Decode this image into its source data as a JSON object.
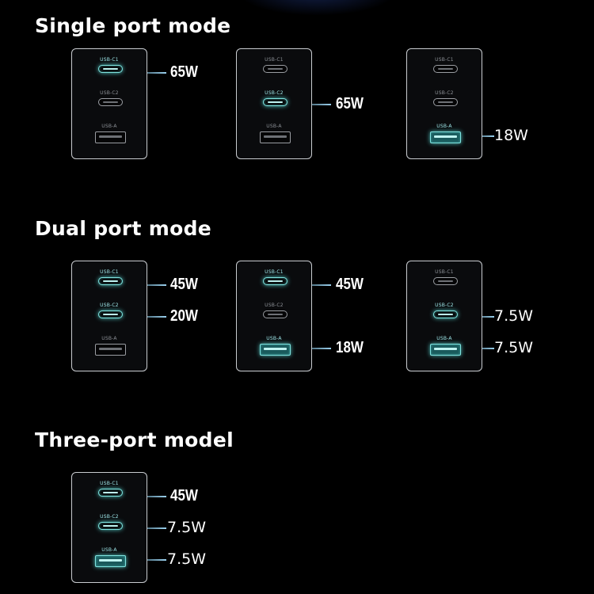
{
  "sections": [
    {
      "title": "Single port mode",
      "chargers": [
        {
          "ports": [
            {
              "label": "USB-C1",
              "type": "c",
              "active": true,
              "watt": "65W"
            },
            {
              "label": "USB-C2",
              "type": "c",
              "active": false,
              "watt": ""
            },
            {
              "label": "USB-A",
              "type": "a",
              "active": false,
              "watt": ""
            }
          ]
        },
        {
          "ports": [
            {
              "label": "USB-C1",
              "type": "c",
              "active": false,
              "watt": ""
            },
            {
              "label": "USB-C2",
              "type": "c",
              "active": true,
              "watt": "65W"
            },
            {
              "label": "USB-A",
              "type": "a",
              "active": false,
              "watt": ""
            }
          ]
        },
        {
          "ports": [
            {
              "label": "USB-C1",
              "type": "c",
              "active": false,
              "watt": ""
            },
            {
              "label": "USB-C2",
              "type": "c",
              "active": false,
              "watt": ""
            },
            {
              "label": "USB-A",
              "type": "a",
              "active": true,
              "watt": "18W"
            }
          ]
        }
      ]
    },
    {
      "title": "Dual port mode",
      "chargers": [
        {
          "ports": [
            {
              "label": "USB-C1",
              "type": "c",
              "active": true,
              "watt": "45W"
            },
            {
              "label": "USB-C2",
              "type": "c",
              "active": true,
              "watt": "20W"
            },
            {
              "label": "USB-A",
              "type": "a",
              "active": false,
              "watt": ""
            }
          ]
        },
        {
          "ports": [
            {
              "label": "USB-C1",
              "type": "c",
              "active": true,
              "watt": "45W"
            },
            {
              "label": "USB-C2",
              "type": "c",
              "active": false,
              "watt": ""
            },
            {
              "label": "USB-A",
              "type": "a",
              "active": true,
              "watt": "18W"
            }
          ]
        },
        {
          "ports": [
            {
              "label": "USB-C1",
              "type": "c",
              "active": false,
              "watt": ""
            },
            {
              "label": "USB-C2",
              "type": "c",
              "active": true,
              "watt": "7.5W"
            },
            {
              "label": "USB-A",
              "type": "a",
              "active": true,
              "watt": "7.5W"
            }
          ]
        }
      ]
    },
    {
      "title": "Three-port model",
      "chargers": [
        {
          "ports": [
            {
              "label": "USB-C1",
              "type": "c",
              "active": true,
              "watt": "45W"
            },
            {
              "label": "USB-C2",
              "type": "c",
              "active": true,
              "watt": "7.5W"
            },
            {
              "label": "USB-A",
              "type": "a",
              "active": true,
              "watt": "7.5W"
            }
          ]
        }
      ]
    }
  ]
}
